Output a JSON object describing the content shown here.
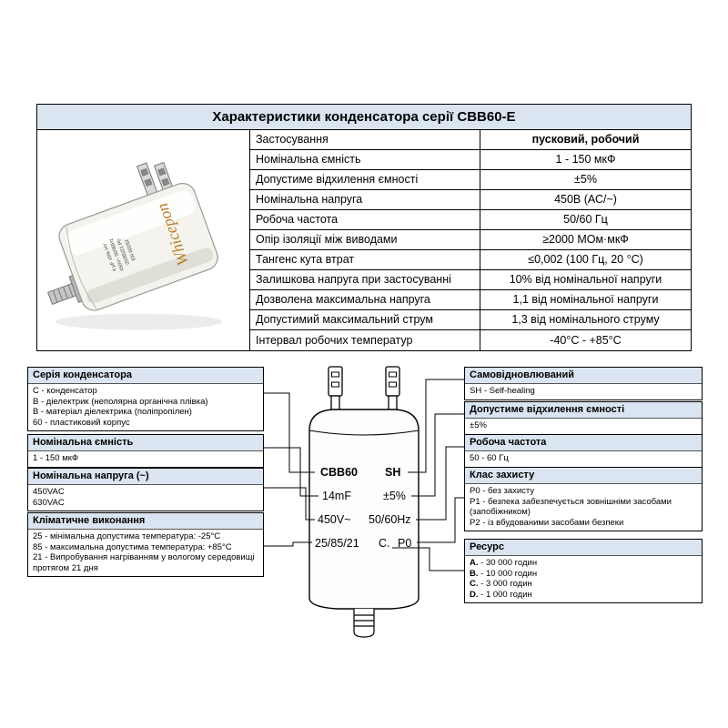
{
  "table": {
    "title": "Характеристики конденсатора серії CBB60-E",
    "rows": [
      {
        "label": "Застосування",
        "value": "пусковий, робочий"
      },
      {
        "label": "Номінальна ємність",
        "value": "1 - 150 мкФ"
      },
      {
        "label": "Допустиме відхилення ємності",
        "value": "±5%"
      },
      {
        "label": "Номінальна напруга",
        "value": "450В (АС/~)"
      },
      {
        "label": "Робоча частота",
        "value": "50/60 Гц"
      },
      {
        "label": "Опір ізоляції між виводами",
        "value": "≥2000 МОм·мкФ"
      },
      {
        "label": "Тангенс кута втрат",
        "value": "≤0,002 (100 Гц, 20 °С)"
      },
      {
        "label": "Залишкова напруга при застосуванні",
        "value": "10% від номінальної напруги"
      },
      {
        "label": "Дозволена максимальна напруга",
        "value": "1,1 від номінальної напруги"
      },
      {
        "label": "Допустимий максимальний струм",
        "value": "1,3 від номінального струму"
      },
      {
        "label": "Інтервал робочих температур",
        "value": "-40°С - +85°С"
      }
    ]
  },
  "photo": {
    "brand": "Whicepon",
    "line1": "4 µF ±5% HY",
    "line2": "450V~ 50/60Hz",
    "line3": "-25/85/21 P0",
    "line4": "EN 60252"
  },
  "marking": {
    "series": "CBB60",
    "selfheal": "SH",
    "capacity": "14mF",
    "tolerance": "±5%",
    "voltage": "450V~",
    "frequency": "50/60Hz",
    "climate": "25/85/21",
    "resource": "C.",
    "protection": "P0"
  },
  "left_boxes": [
    {
      "title": "Серія конденсатора",
      "items": [
        "C - конденсатор",
        "B - діелектрик (неполярна органічна плівка)",
        "B - матеріал діелектрика (поліпропілен)",
        "60 - пластиковий корпус"
      ]
    },
    {
      "title": "Номінальна ємність",
      "items": [
        "1 - 150 мкФ"
      ]
    },
    {
      "title": "Номінальна напруга (~)",
      "items": [
        "450VAC",
        "630VAC"
      ]
    },
    {
      "title": "Кліматичне виконання",
      "items": [
        "25 - мінімальна допустима температура: -25°С",
        "85 - максимальна допустима температура: +85°С",
        "21 - Випробування нагріванням у вологому середовищі протягом 21 дня"
      ]
    }
  ],
  "right_boxes": [
    {
      "title": "Самовідновлюваний",
      "items": [
        "SH - Self-healing"
      ]
    },
    {
      "title": "Допустиме відхилення ємності",
      "items": [
        "±5%"
      ]
    },
    {
      "title": "Робоча частота",
      "items": [
        "50 - 60 Гц"
      ]
    },
    {
      "title": "Клас захисту",
      "items": [
        "P0 - без захисту",
        "P1 - безпека забезпечується зовнішніми засобами (запобіжником)",
        "P2 - із вбудованими засобами безпеки"
      ]
    },
    {
      "title": "Ресурс",
      "resource_items": [
        {
          "key": "A.",
          "text": "- 30 000 годин"
        },
        {
          "key": "B.",
          "text": "- 10 000 годин"
        },
        {
          "key": "C.",
          "text": "- 3 000 годин"
        },
        {
          "key": "D.",
          "text": "- 1 000 годин"
        }
      ]
    }
  ]
}
